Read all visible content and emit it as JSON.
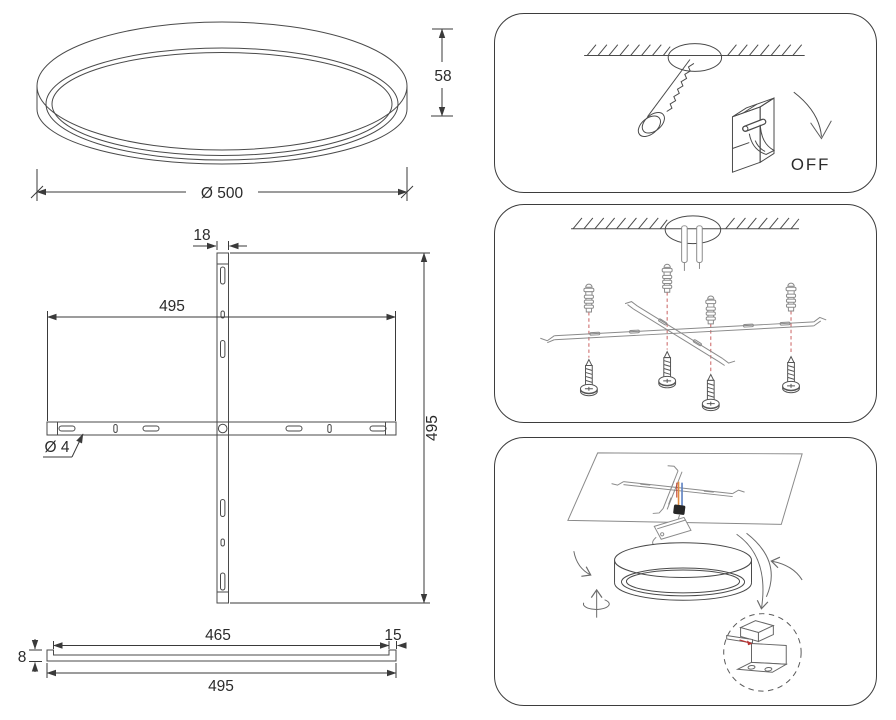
{
  "dimensions": {
    "lamp_height": "58",
    "lamp_diameter": "Ø 500",
    "bracket_bar_width": "18",
    "bracket_span_horizontal": "495",
    "bracket_span_vertical": "495",
    "hole_diameter": "Ø 4",
    "profile_inner_length": "465",
    "profile_end_width": "15",
    "profile_height": "8",
    "profile_total_length": "495"
  },
  "steps": {
    "step1": {
      "switch_label": "OFF"
    }
  },
  "colors": {
    "line": "#4a4a4a",
    "light_line": "#8a8a8a",
    "panel_border": "#3d3d3d",
    "dimension_text": "#2b2b2b",
    "guide_dashed_red": "#cf6f6f",
    "wire_orange": "#e08a3c",
    "wire_red": "#c0392b",
    "wire_blue": "#5b7fc0",
    "background": "#ffffff"
  }
}
